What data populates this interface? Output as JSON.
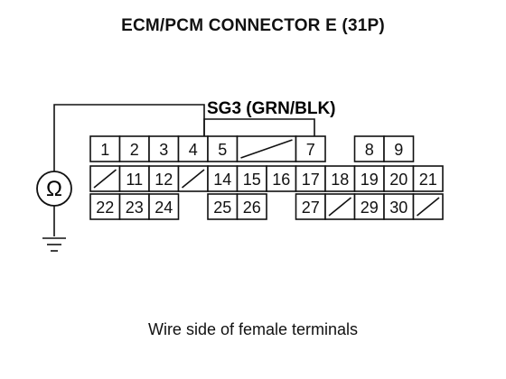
{
  "title": "ECM/PCM CONNECTOR E (31P)",
  "probe_label": "SG3 (GRN/BLK)",
  "meter_symbol": "Ω",
  "caption": "Wire side of female terminals",
  "connector": {
    "rows": [
      [
        {
          "label": "1"
        },
        {
          "label": "2"
        },
        {
          "label": "3"
        },
        {
          "label": "4",
          "probed": true
        },
        {
          "label": "5"
        },
        {
          "label": "",
          "blank": true,
          "span": 2
        },
        {
          "label": "7"
        },
        {
          "gap": true
        },
        {
          "label": "8"
        },
        {
          "label": "9"
        }
      ],
      [
        {
          "label": "",
          "blank": true
        },
        {
          "label": "11"
        },
        {
          "label": "12"
        },
        {
          "label": "",
          "blank": true
        },
        {
          "label": "14"
        },
        {
          "label": "15"
        },
        {
          "label": "16"
        },
        {
          "label": "17"
        },
        {
          "label": "18"
        },
        {
          "label": "19"
        },
        {
          "label": "20"
        },
        {
          "label": "21"
        }
      ],
      [
        {
          "label": "22"
        },
        {
          "label": "23"
        },
        {
          "label": "24"
        },
        {
          "gap": true
        },
        {
          "label": "25"
        },
        {
          "label": "26"
        },
        {
          "gap": true
        },
        {
          "label": "27"
        },
        {
          "label": "",
          "blank": true
        },
        {
          "label": "29"
        },
        {
          "label": "30"
        },
        {
          "label": "",
          "blank": true
        }
      ]
    ]
  }
}
